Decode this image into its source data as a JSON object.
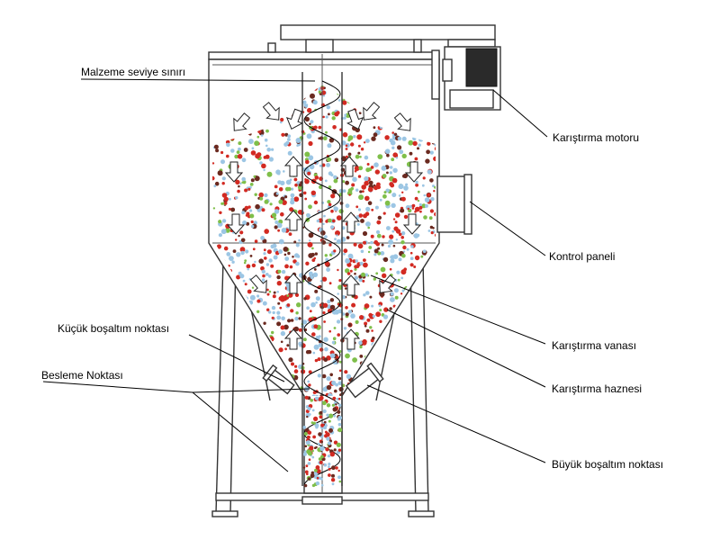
{
  "labels": {
    "level_limit": "Malzeme seviye sınırı",
    "motor": "Karıştırma motoru",
    "control_panel": "Kontrol paneli",
    "small_outlet": "Küçük boşaltım noktası",
    "mixing_valve": "Karıştırma vanası",
    "feed_point": "Besleme Noktası",
    "mixing_hopper": "Karıştırma haznesi",
    "large_outlet": "Büyük boşaltım noktası"
  },
  "colors": {
    "particle_red": "#d22a22",
    "particle_green": "#7fbf4a",
    "particle_blue": "#9cc6e4",
    "particle_dark": "#6b2a20",
    "motor_body": "#2a2a2a",
    "outline": "#333333"
  }
}
